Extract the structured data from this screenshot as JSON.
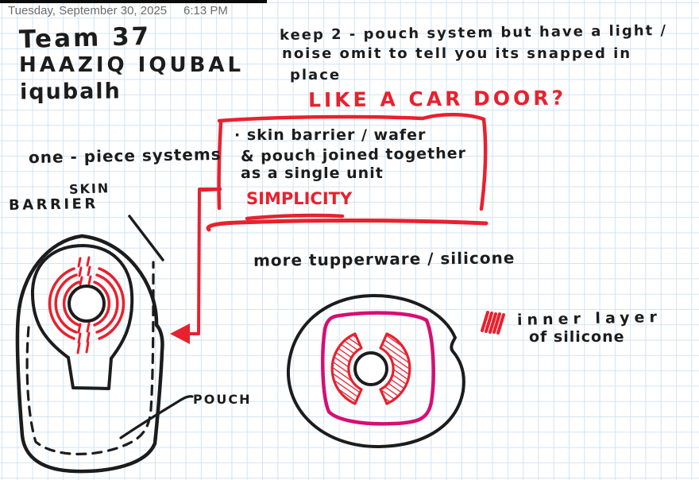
{
  "header": {
    "date": "Tuesday, September 30, 2025",
    "time": "6:13 PM"
  },
  "title_block": {
    "team": "Team 37",
    "member": "HAAZIQ IQUBAL",
    "username": "iqubalh"
  },
  "idea_note": {
    "line1": "keep 2 - pouch system but have a light /",
    "line2": "noise omit to tell you its snapped in",
    "line3": "place",
    "highlight": "LIKE A CAR DOOR?"
  },
  "concept_box": {
    "line1": "· skin barrier / wafer",
    "line2": "& pouch joined together",
    "line3": "as a single unit",
    "emphasis": "SIMPLICITY"
  },
  "one_piece_label": "one - piece systems",
  "diagram_labels": {
    "skin": "SKIN",
    "barrier": "BARRIER",
    "pouch": "POUCH"
  },
  "material_note": "more tupperware / silicone",
  "legend": {
    "swatch_icon": "red-scribble-swatch",
    "line1": "inner layer",
    "line2": "of silicone"
  },
  "colors": {
    "ink_black": "#1c1c1c",
    "ink_red": "#e8212e",
    "ink_magenta": "#d50f73",
    "grid_blue": "#d2e4f2",
    "header_gray": "#6c6c6c",
    "topbar_black": "#0b0b0b"
  }
}
